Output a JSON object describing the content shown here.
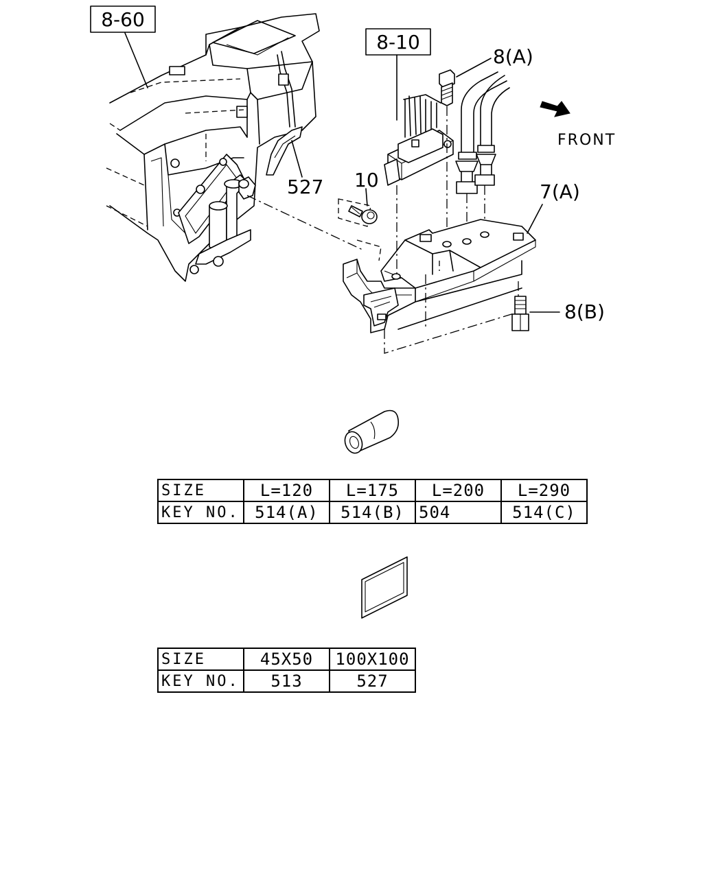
{
  "callouts": {
    "ref_8_60": "8-60",
    "ref_8_10": "8-10",
    "bolt_8a": "8(A)",
    "bolt_8b": "8(B)",
    "bracket_7a": "7(A)",
    "screw_10": "10",
    "pad_527": "527",
    "front": "FRONT"
  },
  "lengths_table": {
    "row1": [
      "SIZE",
      "L=120",
      "L=175",
      "L=200",
      "L=290"
    ],
    "row2": [
      "KEY NO.",
      "514(A)",
      "514(B)",
      "504",
      "514(C)"
    ]
  },
  "pads_table": {
    "row1": [
      "SIZE",
      "45X50",
      "100X100"
    ],
    "row2": [
      "KEY NO.",
      "513",
      "527"
    ]
  }
}
